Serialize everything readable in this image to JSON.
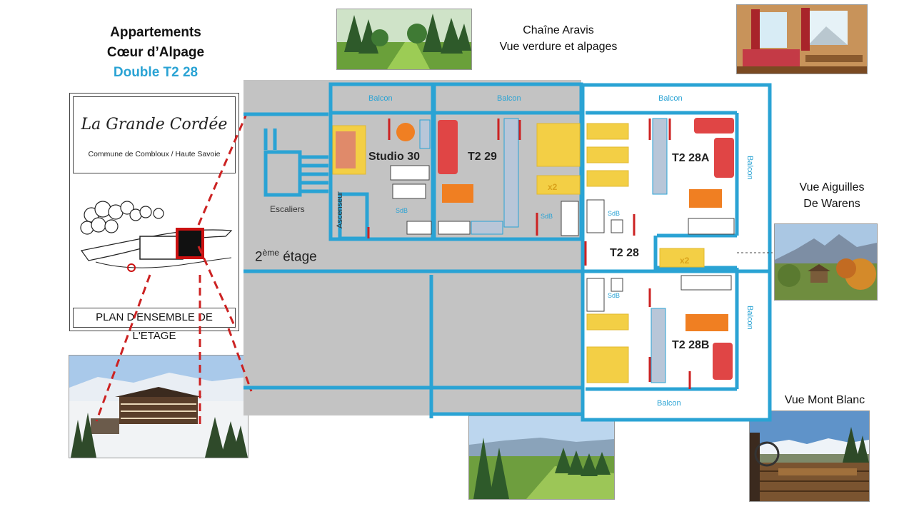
{
  "header": {
    "title_line1": "Appartements",
    "title_line2": "Cœur d’Alpage",
    "subtitle": "Double T2 28"
  },
  "captions": {
    "aravis_line1": "Chaîne Aravis",
    "aravis_line2": "Vue verdure et alpages",
    "aiguilles_line1": "Vue  Aiguilles",
    "aiguilles_line2": "De Warens",
    "mont_blanc": "Vue  Mont Blanc"
  },
  "site_plan": {
    "brand": "La Grande Cordée",
    "commune": "Commune de Combloux / Haute Savoie",
    "footer": "PLAN D'ENSEMBLE DE L'ETAGE"
  },
  "floor_plan": {
    "floor_label_number": "2",
    "floor_label_suffix": "ème",
    "floor_label_word": "étage",
    "stairs": "Escaliers",
    "elevator": "Ascenseur",
    "balcony": "Balcon",
    "bathroom": "SdB",
    "bed_multiplier": "x2",
    "units": {
      "studio30": "Studio 30",
      "t229": "T2 29",
      "t228a": "T2 28A",
      "t228": "T2 28",
      "t228b": "T2 28B"
    }
  },
  "colors": {
    "wall_blue": "#2aa3d4",
    "accent_blue_text": "#2aa3d4",
    "common_area_grey": "#c3c3c3",
    "bed_yellow": "#f3cf45",
    "table_orange": "#f07f22",
    "sofa_red": "#e04545",
    "door_red": "#cc2222"
  },
  "icons": {
    "photo_aravis": "landscape-meadow-photo",
    "photo_living": "living-room-photo",
    "photo_aiguilles": "mountain-autumn-photo",
    "photo_building": "building-winter-photo",
    "photo_valley": "valley-forest-photo",
    "photo_mont_blanc": "balcony-mont-blanc-photo"
  }
}
